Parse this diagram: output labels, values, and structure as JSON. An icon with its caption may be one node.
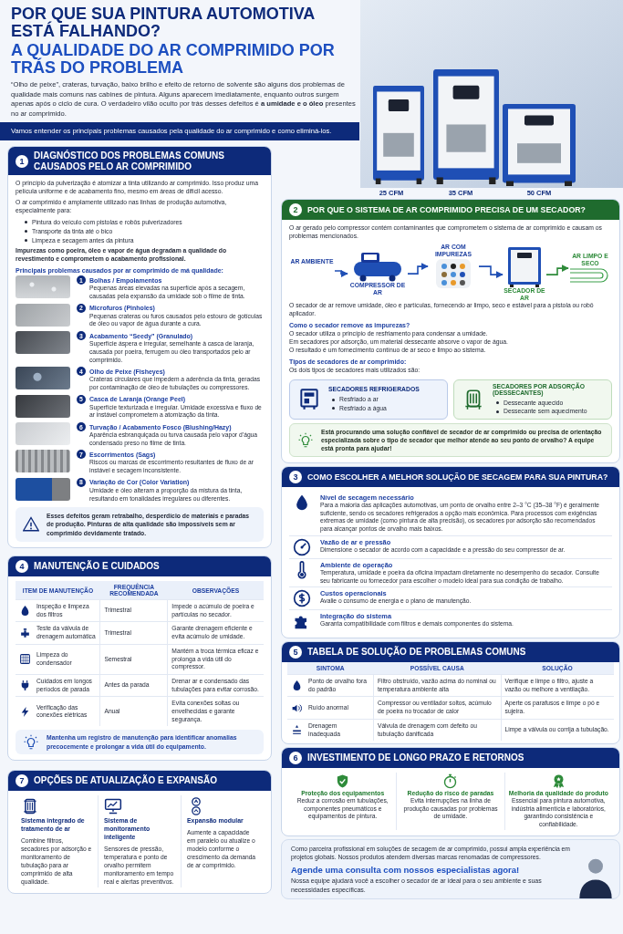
{
  "diagram": {
    "title": "POR QUE SUA PINTURA AUTOMOTIVA ESTÁ FALHANDO?",
    "nodes": [
      {
        "text": [
          "Vamos entender os principais problemas causados pela qualidade do ar comprimido e como eliminá-los."
        ]
      },
      {
        "text": [
          "1",
          "DIAGNÓSTICO DOS PROBLEMAS COMUNS CAUSADOS PELO AR COMPRIMIDO",
          "O princípio da pulverização é atomizar a tinta utilizando ar comprimido. Isso produz uma película uniforme e de acabamento fino, mesmo em áreas de difícil acesso.",
          "O ar comprimido é amplamente utilizado nas linhas de produção automotiva, especialmente para:",
          "Pintura do veículo com pistolas e robôs pulverizadores",
          "Transporte da tinta até o bico",
          "Limpeza e secagem antes da pintura",
          "Impurezas como poeira, óleo e vapor de água degradam a qualidade do revestimento e comprometem o acabamento profissional.",
          "Principais problemas causados por ar comprimido de má qualidade:",
          "1",
          "Bolhas / Empolamentos",
          "Pequenas áreas elevadas na superfície após a secagem, causadas pela expansão da umidade sob o filme de tinta.",
          "2",
          "Microfuros (Pinholes)",
          "Pequenas crateras ou furos causados pelo estouro de gotículas de óleo ou vapor de água durante a cura.",
          "3",
          "Acabamento “Seedy” (Granulado)",
          "Superfície áspera e irregular, semelhante à casca de laranja, causada por poeira, ferrugem ou óleo transportados pelo ar comprimido.",
          "4",
          "Olho de Peixe (Fisheyes)",
          "Crateras circulares que impedem a aderência da tinta, geradas por contaminação de óleo de tubulações ou compressores.",
          "5",
          "Casca de Laranja (Orange Peel)",
          "Superfície texturizada e irregular. Umidade excessiva e fluxo de ar instável comprometem a atomização da tinta.",
          "6",
          "Turvação / Acabamento Fosco (Blushing/Hazy)",
          "Aparência esbranquiçada ou turva causada pelo vapor d’água condensado preso no filme de tinta.",
          "7",
          "Escorrimentos (Sags)",
          "Riscos ou marcas de escorrimento resultantes de fluxo de ar instável e secagem inconsistente.",
          "8",
          "Variação de Cor (Color Variation)",
          "Umidade e óleo alteram a proporção da mistura da tinta, resultando em tonalidades irregulares ou diferentes."
        ]
      },
      {
        "text": [
          "Esses defeitos geram retrabalho, desperdício de materiais e paradas de produção. Pinturas de alta qualidade são impossíveis sem ar comprimido devidamente tratado."
        ],
        "in": 1
      },
      {
        "text": [
          "2",
          "POR QUE O SISTEMA DE AR COMPRIMIDO PRECISA DE UM SECADOR?",
          "O ar gerado pelo compressor contém contaminantes que comprometem o sistema de ar comprimido e causam os problemas mencionados.",
          "O secador de ar remove umidade, óleo e partículas, fornecendo ar limpo, seco e estável para a pistola ou robô aplicador.",
          "Como o secador remove as impurezas?",
          "O secador utiliza o princípio de resfriamento para condensar a umidade.",
          "Em secadores por adsorção, um material dessecante absorve o vapor de água.",
          "O resultado é um fornecimento contínuo de ar seco e limpo ao sistema.",
          "Tipos de secadores de ar comprimido:",
          "Os dois tipos de secadores mais utilizados são:"
        ]
      },
      {
        "text": [
          "AR AMBIENTE"
        ],
        "in": 3
      },
      {
        "text": [
          "COMPRESSOR DE AR"
        ],
        "in": 3
      },
      {
        "text": [
          "AR COM IMPUREZAS"
        ],
        "in": 3
      },
      {
        "text": [
          "SECADOR DE AR"
        ],
        "in": 3
      },
      {
        "text": [
          "AR LIMPO E SECO"
        ],
        "in": 3
      },
      {
        "text": [
          "SECADORES REFRIGERADOS",
          "Resfriado a ar",
          "Resfriado a água"
        ],
        "in": 3
      },
      {
        "text": [
          "SECADORES POR ADSORÇÃO (DESSECANTES)",
          "Dessecante aquecido",
          "Dessecante sem aquecimento"
        ],
        "in": 3
      },
      {
        "text": [
          "Está procurando uma solução confiável de secador de ar comprimido ou precisa de orientação especializada sobre o tipo de secador que melhor atende ao seu ponto de orvalho? A equipe está pronta para ajudar!"
        ],
        "in": 3
      },
      {
        "text": [
          "3",
          "COMO ESCOLHER A MELHOR SOLUÇÃO DE SECAGEM PARA SUA PINTURA?",
          "Nível de secagem necessário",
          "Para a maioria das aplicações automotivas, um ponto de orvalho entre 2–3 °C (35–38 °F) é geralmente suficiente, sendo os secadores refrigerados a opção mais econômica. Para processos com exigências extremas de umidade (como pintura de alta precisão), os secadores por adsorção são recomendados para alcançar pontos de orvalho mais baixos.",
          "Vazão de ar e pressão",
          "Dimensione o secador de acordo com a capacidade e a pressão do seu compressor de ar.",
          "Ambiente de operação",
          "Temperatura, umidade e poeira da oficina impactam diretamente no desempenho do secador. Consulte seu fabricante ou fornecedor para escolher o modelo ideal para sua condição de trabalho.",
          "Custos operacionais",
          "Avalie o consumo de energia e o plano de manutenção.",
          "Integração do sistema",
          "Garanta compatibilidade com filtros e demais componentes do sistema."
        ]
      },
      {
        "text": [
          "4",
          "MANUTENÇÃO E CUIDADOS",
          "ITEM DE MANUTENÇÃO",
          "FREQUÊNCIA RECOMENDADA",
          "OBSERVAÇÕES",
          "Inspeção e limpeza dos filtros",
          "Trimestral",
          "Impede o acúmulo de poeira e partículas no secador.",
          "Teste da válvula de drenagem automática",
          "Trimestral",
          "Garante drenagem eficiente e evita acúmulo de umidade.",
          "Limpeza do condensador",
          "Semestral",
          "Mantém a troca térmica eficaz e prolonga a vida útil do compressor.",
          "Cuidados em longos períodos de parada",
          "Antes da parada",
          "Drenar ar e condensado das tubulações para evitar corrosão.",
          "Verificação das conexões elétricas",
          "Anual",
          "Evita conexões soltas ou envelhecidas e garante segurança."
        ]
      },
      {
        "text": [
          "Mantenha um registro de manutenção para identificar anomalias precocemente e prolongar a vida útil do equipamento."
        ],
        "in": 13
      },
      {
        "text": [
          "5",
          "TABELA DE SOLUÇÃO DE PROBLEMAS COMUNS",
          "SINTOMA",
          "POSSÍVEL CAUSA",
          "SOLUÇÃO",
          "Ponto de orvalho fora do padrão",
          "Filtro obstruído, vazão acima do nominal ou temperatura ambiente alta",
          "Verifique e limpe o filtro, ajuste a vazão ou melhore a ventilação.",
          "Ruído anormal",
          "Compressor ou ventilador soltos, acúmulo de poeira no trocador de calor",
          "Aperte os parafusos e limpe o pó e sujeira.",
          "Drenagem inadequada",
          "Válvula de drenagem com defeito ou tubulação danificada",
          "Limpe a válvula ou corrija a tubulação."
        ]
      },
      {
        "text": [
          "6",
          "INVESTIMENTO DE LONGO PRAZO E RETORNOS",
          "Proteção dos equipamentos",
          "Reduz a corrosão em tubulações, componentes pneumáticos e equipamentos de pintura.",
          "Redução do risco de paradas",
          "Evita interrupções na linha de produção causadas por problemas de umidade.",
          "Melhoria da qualidade do produto",
          "Essencial para pintura automotiva, indústria alimentícia e laboratórios, garantindo consistência e confiabilidade."
        ]
      },
      {
        "text": [
          "7",
          "OPÇÕES DE ATUALIZAÇÃO E EXPANSÃO",
          "Sistema integrado de tratamento de ar",
          "Combine filtros, secadores por adsorção e monitoramento de tubulação para ar comprimido de alta qualidade.",
          "Sistema de monitoramento inteligente",
          "Sensores de pressão, temperatura e ponto de orvalho permitem monitoramento em tempo real e alertas preventivos.",
          "Expansão modular",
          "Aumente a capacidade em paralelo ou atualize o modelo conforme o crescimento da demanda de ar comprimido."
        ]
      },
      {
        "text": [
          "Como parceira profissional em soluções de secagem de ar comprimido, possui ampla experiência em projetos globais. Nossos produtos atendem diversas marcas renomadas de compressores.",
          "Agende uma consulta com nossos especialistas agora!",
          "Nossa equipe ajudará você a escolher o secador de ar ideal para o seu ambiente e suas necessidades específicas."
        ]
      }
    ],
    "edges": [
      {
        "from": 4,
        "to": 5,
        "arrow": "to"
      },
      {
        "from": 5,
        "to": 6,
        "arrow": "to"
      },
      {
        "from": 6,
        "to": 7,
        "arrow": "to"
      },
      {
        "from": 7,
        "to": 8,
        "arrow": "to",
        "color": "#2e8b3a"
      }
    ],
    "labels": [
      "A QUALIDADE DO AR COMPRIMIDO POR TRÁS DO PROBLEMA",
      "“Olho de peixe”, crateras, turvação, baixo brilho e efeito de retorno de solvente são alguns dos problemas de qualidade mais comuns nas cabines de pintura. Alguns aparecem imediatamente, enquanto outros surgem apenas após o ciclo de cura. O verdadeiro vilão oculto por trás desses defeitos é **a umidade e o óleo** presentes no ar comprimido.",
      "25 CFM",
      "35 CFM",
      "50 CFM"
    ]
  }
}
